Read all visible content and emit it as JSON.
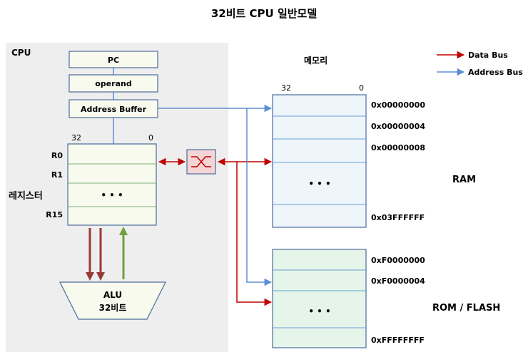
{
  "title": "32비트 CPU 일반모델",
  "cpu": {
    "label": "CPU",
    "pc": "PC",
    "operand": "operand",
    "address_buffer": "Address Buffer",
    "reg_bit_high": "32",
    "reg_bit_low": "0",
    "register_title": "레지스터",
    "registers": [
      "R0",
      "R1",
      "R15"
    ],
    "ellipsis": "• • •",
    "alu": "ALU",
    "alu_bits": "32비트"
  },
  "memory": {
    "label": "메모리",
    "bit_high": "32",
    "bit_low": "0",
    "ram": {
      "label": "RAM",
      "addresses": [
        "0x00000000",
        "0x00000004",
        "0x00000008",
        "0x03FFFFFF"
      ],
      "ellipsis": "• • •"
    },
    "rom": {
      "label": "ROM / FLASH",
      "addresses": [
        "0xF0000000",
        "0xF0000004",
        "0xFFFFFFFF"
      ],
      "ellipsis": "• • •"
    }
  },
  "legend": {
    "data_bus": "Data Bus",
    "address_bus": "Address Bus"
  },
  "colors": {
    "data_bus": "#c00000",
    "address_bus": "#5b8fd6",
    "alu_down": "#963a36",
    "alu_up": "#70a040",
    "cpu_bg": "#eeeeee",
    "ram_fill": "#eef6fb",
    "rom_fill": "#e6f5ea",
    "reg_fill": "#f8faee"
  }
}
